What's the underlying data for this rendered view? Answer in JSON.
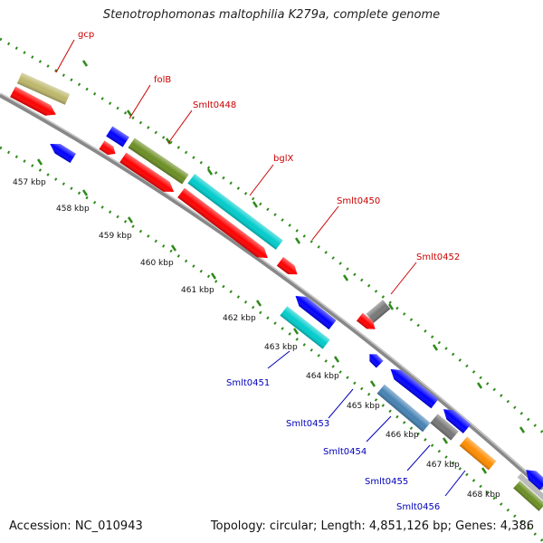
{
  "title": "Stenotrophomonas maltophilia K279a, complete genome",
  "footer": {
    "accession": "Accession: NC_010943",
    "topology": "Topology: circular; Length: 4,851,126 bp; Genes: 4,386"
  },
  "colors": {
    "backbone": "#888888",
    "tick_green": "#2f8a1a",
    "label_red": "#cc0000",
    "label_blue": "#0000bb",
    "red": "#ff0000",
    "blue": "#0000ff",
    "khaki": "#bdb76b",
    "olive": "#6b8e23",
    "cyan": "#00cccc",
    "gray": "#777777",
    "steelblue": "#4682b4",
    "orange": "#ff8c00"
  },
  "kbp_labels": [
    "457 kbp",
    "458 kbp",
    "459 kbp",
    "460 kbp",
    "461 kbp",
    "462 kbp",
    "463 kbp",
    "464 kbp",
    "465 kbp",
    "466 kbp",
    "467 kbp",
    "468 kbp"
  ],
  "gene_labels_top": [
    "gcp",
    "folB",
    "Smlt0448",
    "bglX",
    "Smlt0450",
    "Smlt0452"
  ],
  "gene_labels_bottom": [
    "Smlt0451",
    "Smlt0453",
    "Smlt0454",
    "Smlt0455",
    "Smlt0456"
  ],
  "features": [
    {
      "name": "gcp",
      "color": "khaki",
      "strand": "top"
    },
    {
      "name": "gcp-cds",
      "color": "red",
      "strand": "top"
    },
    {
      "name": "folB",
      "color": "blue",
      "strand": "top"
    },
    {
      "name": "folB-cds",
      "color": "red",
      "strand": "top"
    },
    {
      "name": "Smlt0448",
      "color": "olive",
      "strand": "top"
    },
    {
      "name": "Smlt0448-cds",
      "color": "red",
      "strand": "top"
    },
    {
      "name": "bglX",
      "color": "cyan",
      "strand": "top"
    },
    {
      "name": "bglX-cds",
      "color": "red",
      "strand": "top"
    },
    {
      "name": "Smlt0450",
      "color": "red",
      "strand": "top"
    },
    {
      "name": "Smlt0451",
      "color": "blue",
      "strand": "bottom"
    },
    {
      "name": "Smlt0451-cds",
      "color": "cyan",
      "strand": "bottom"
    },
    {
      "name": "Smlt0452",
      "color": "gray",
      "strand": "top"
    },
    {
      "name": "Smlt0452-cds",
      "color": "red",
      "strand": "top"
    },
    {
      "name": "Smlt0453",
      "color": "blue",
      "strand": "bottom"
    },
    {
      "name": "Smlt0454-a",
      "color": "blue",
      "strand": "bottom"
    },
    {
      "name": "Smlt0454",
      "color": "steelblue",
      "strand": "bottom"
    },
    {
      "name": "Smlt0455-a",
      "color": "gray",
      "strand": "bottom"
    },
    {
      "name": "Smlt0455",
      "color": "blue",
      "strand": "bottom"
    },
    {
      "name": "Smlt0456",
      "color": "orange",
      "strand": "bottom"
    },
    {
      "name": "left-blue",
      "color": "blue",
      "strand": "bottom"
    },
    {
      "name": "edge-blue",
      "color": "blue",
      "strand": "bottom"
    },
    {
      "name": "edge-olive",
      "color": "olive",
      "strand": "bottom"
    }
  ]
}
